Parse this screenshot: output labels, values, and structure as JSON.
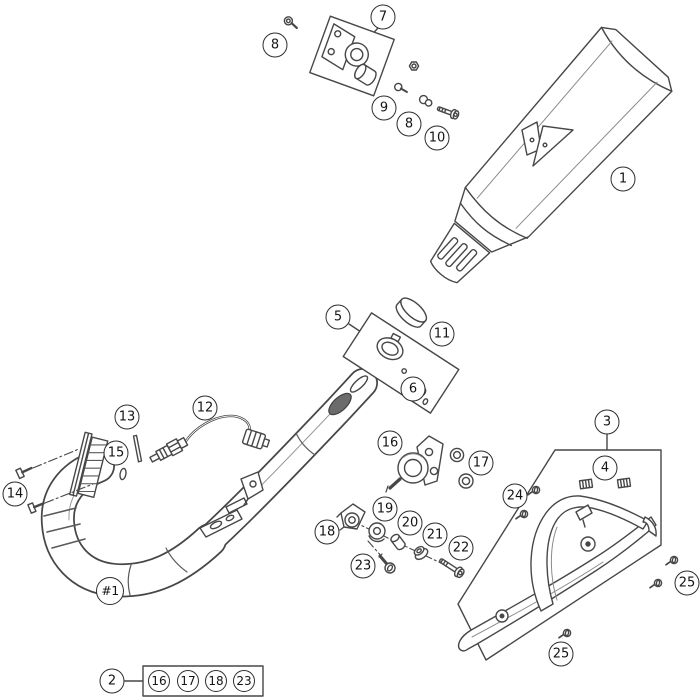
{
  "diagram": {
    "description": "Exploded parts diagram of a motorcycle exhaust system (muffler, header pipe, heat shield, mounting hardware)",
    "background_color": "#ffffff",
    "line_color": "#474747",
    "band_color": "#6b6b6b",
    "callout_border_color": "#2d2d2d",
    "callout_text_color": "#141414"
  },
  "callouts": [
    {
      "label": "7"
    },
    {
      "label": "8"
    },
    {
      "label": "9"
    },
    {
      "label": "8"
    },
    {
      "label": "10"
    },
    {
      "label": "1"
    },
    {
      "label": "5"
    },
    {
      "label": "11"
    },
    {
      "label": "6"
    },
    {
      "label": "12"
    },
    {
      "label": "13"
    },
    {
      "label": "15"
    },
    {
      "label": "14"
    },
    {
      "label": "16"
    },
    {
      "label": "17"
    },
    {
      "label": "3"
    },
    {
      "label": "4"
    },
    {
      "label": "24"
    },
    {
      "label": "19"
    },
    {
      "label": "20"
    },
    {
      "label": "21"
    },
    {
      "label": "18"
    },
    {
      "label": "22"
    },
    {
      "label": "23"
    },
    {
      "label": "#1"
    },
    {
      "label": "25"
    },
    {
      "label": "25"
    }
  ],
  "legend": {
    "ref_label": "2",
    "items": [
      "16",
      "17",
      "18",
      "23"
    ]
  }
}
